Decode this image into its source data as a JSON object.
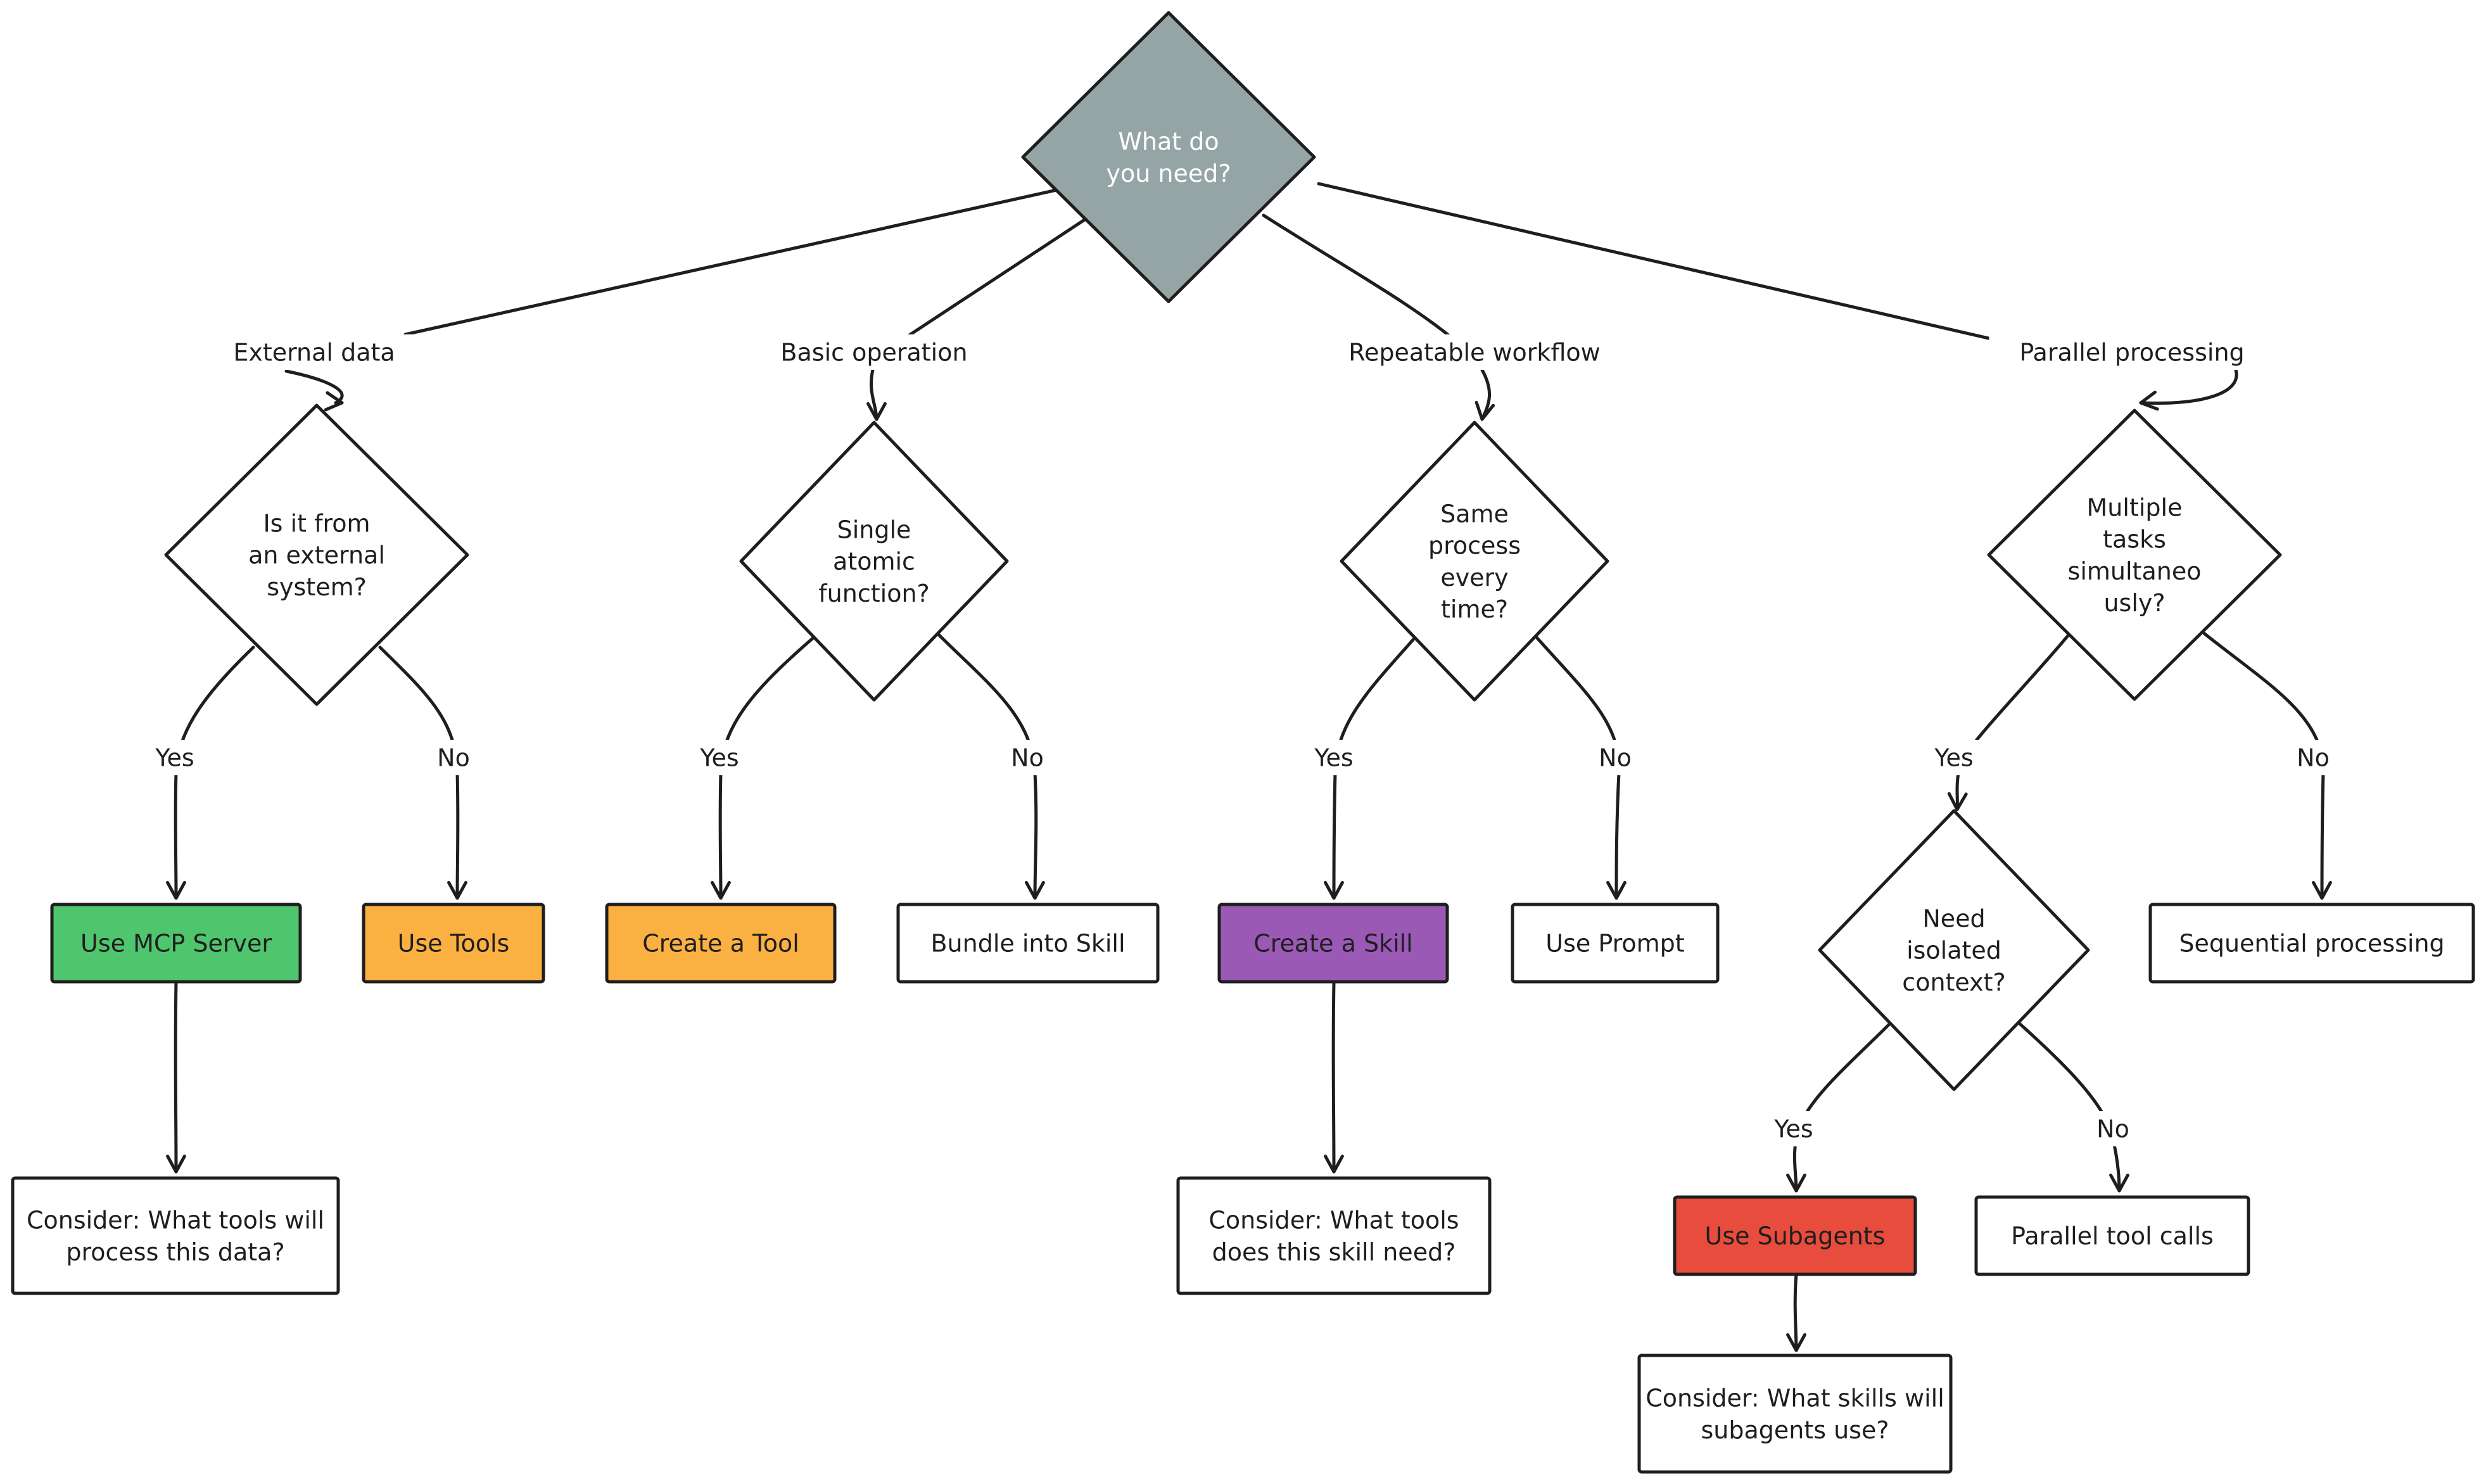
{
  "diagram": {
    "root": {
      "text": "What do you need?"
    },
    "categories": {
      "external_data": "External data",
      "basic_operation": "Basic operation",
      "repeatable_workflow": "Repeatable workflow",
      "parallel_processing": "Parallel processing"
    },
    "decisions": {
      "external_system": "Is it from an external system?",
      "single_atomic": "Single atomic function?",
      "same_process": "Same process every time?",
      "multiple_tasks": "Multiple tasks simultaneo usly?",
      "isolated_context": "Need isolated context?"
    },
    "answers": {
      "yes": "Yes",
      "no": "No"
    },
    "outcomes": {
      "use_mcp_server": "Use MCP Server",
      "use_tools": "Use Tools",
      "create_a_tool": "Create a Tool",
      "bundle_into_skill": "Bundle into Skill",
      "create_a_skill": "Create a Skill",
      "use_prompt": "Use Prompt",
      "sequential_processing": "Sequential processing",
      "use_subagents": "Use Subagents",
      "parallel_tool_calls": "Parallel tool calls"
    },
    "considerations": {
      "mcp": "Consider: What tools will process this data?",
      "skill": "Consider: What tools does this skill need?",
      "subagents": "Consider: What skills will subagents use?"
    },
    "colors": {
      "root_fill": "#95a5a6",
      "mcp_fill": "#4fc56e",
      "mcp_stroke": "#2c8a45",
      "tool_fill": "#fbb042",
      "tool_stroke": "#d98a20",
      "skill_fill": "#9b59b6",
      "skill_stroke": "#7a3f99",
      "subagent_fill": "#e74c3c",
      "subagent_stroke": "#b83227",
      "plain_fill": "#ffffff",
      "ink": "#1e1e1e"
    }
  }
}
